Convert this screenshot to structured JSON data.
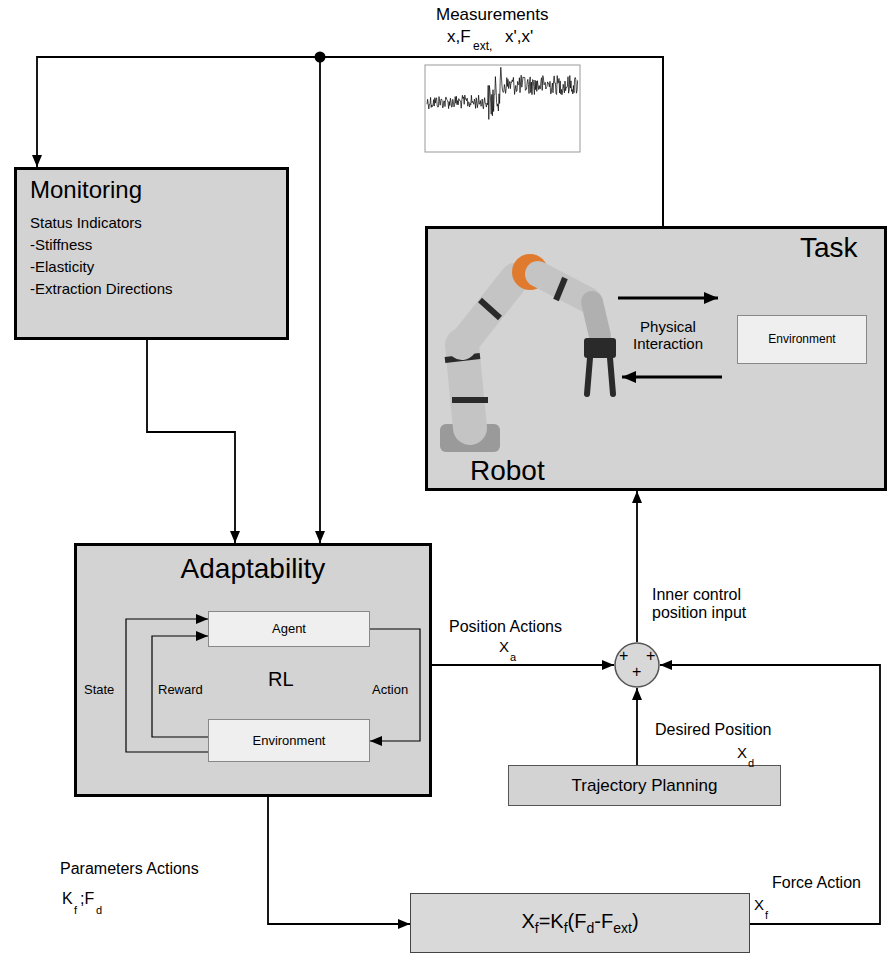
{
  "diagram": {
    "nodes": [
      {
        "text": [
          "Monitoring",
          "Status Indicators",
          "-Stiffness",
          "-Elasticity",
          "-Extraction Directions"
        ]
      },
      {
        "text": [
          "Task",
          "Robot"
        ]
      },
      {
        "text": [
          "Environment"
        ],
        "in": 1
      },
      {
        "text": [
          "Adaptability",
          "RL"
        ]
      },
      {
        "text": [
          "Agent"
        ],
        "in": 3
      },
      {
        "text": [
          "Environment"
        ],
        "in": 3
      },
      {
        "text": [
          "+",
          "+",
          "+"
        ]
      },
      {
        "text": [
          "Trajectory Planning"
        ]
      },
      {
        "text": [
          "X",
          "f",
          "=K",
          "f",
          "(F",
          "d",
          "-F",
          "ext",
          ")"
        ]
      }
    ],
    "edges": [
      {
        "from": 1,
        "to": 0,
        "arrow": "to"
      },
      {
        "from": 1,
        "to": 3,
        "arrow": "to"
      },
      {
        "from": 0,
        "to": 3,
        "arrow": "to"
      },
      {
        "from": 4,
        "to": 5,
        "label": "Action",
        "arrow": "to"
      },
      {
        "from": 5,
        "to": 4,
        "label": "Reward",
        "arrow": "to"
      },
      {
        "from": 5,
        "to": 4,
        "label": "State",
        "arrow": "to"
      },
      {
        "from": 3,
        "to": 6,
        "label": "Position Actions",
        "arrow": "to"
      },
      {
        "from": 7,
        "to": 6,
        "label": "Desired Position",
        "arrow": "to"
      },
      {
        "from": 8,
        "to": 6,
        "label": "Force Action",
        "arrow": "to"
      },
      {
        "from": 3,
        "to": 8,
        "label": "Parameters Actions",
        "arrow": "to"
      },
      {
        "from": 6,
        "to": 1,
        "label": "Inner control position input",
        "arrow": "to"
      }
    ],
    "labels": [
      "Measurements",
      "x,F",
      "ext,",
      "x',x'",
      "Physical Interaction",
      "X",
      "a",
      "X",
      "d",
      "X",
      "f",
      "K",
      "f",
      ";F",
      "d"
    ]
  }
}
